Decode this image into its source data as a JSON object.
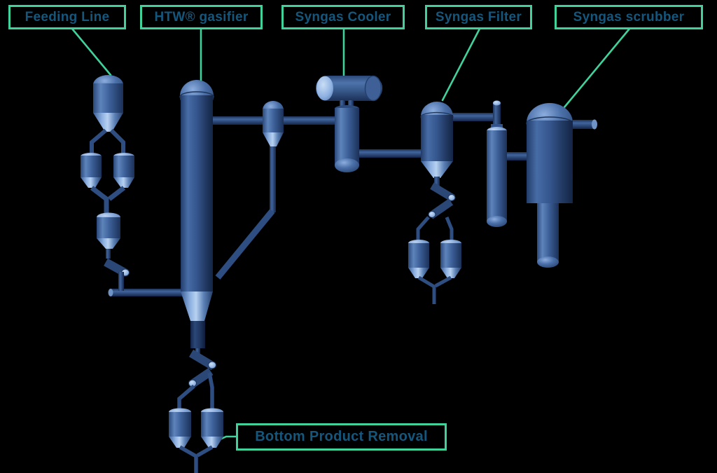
{
  "background_color": "#000000",
  "colors": {
    "accent_green": "#41d29c",
    "label_text": "#15567c",
    "equipment_blue": "#3a5f99",
    "equipment_highlight": "#b7d1f0",
    "equipment_shadow": "#16274a"
  },
  "diagram_type": "process-flow-diagram",
  "labels": [
    {
      "id": "feeding-line",
      "text": "Feeding Line"
    },
    {
      "id": "htw-gasifier",
      "text": "HTW® gasifier"
    },
    {
      "id": "syngas-cooler",
      "text": "Syngas Cooler"
    },
    {
      "id": "syngas-filter",
      "text": "Syngas Filter"
    },
    {
      "id": "syngas-scrubber",
      "text": "Syngas scrubber"
    },
    {
      "id": "bottom-product-removal",
      "text": "Bottom Product Removal"
    }
  ]
}
